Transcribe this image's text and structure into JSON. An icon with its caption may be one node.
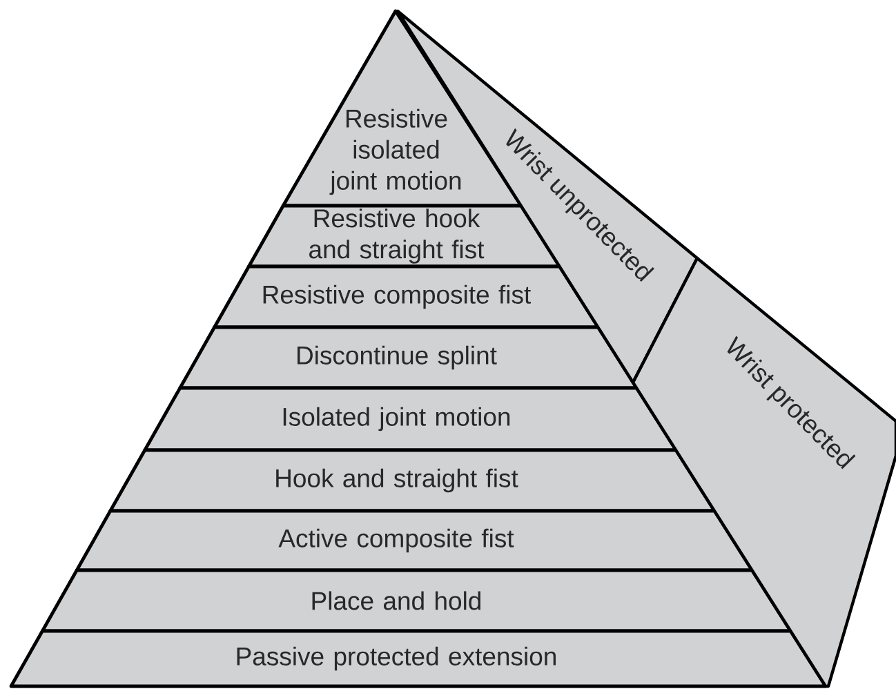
{
  "diagram": {
    "nodes": [
      {
        "text": [
          "Resistive isolated joint motion"
        ]
      },
      {
        "text": [
          "Resistive hook and straight fist"
        ]
      },
      {
        "text": [
          "Resistive composite fist"
        ]
      },
      {
        "text": [
          "Discontinue splint"
        ]
      },
      {
        "text": [
          "Isolated joint motion"
        ]
      },
      {
        "text": [
          "Hook and straight fist"
        ]
      },
      {
        "text": [
          "Active composite fist"
        ]
      },
      {
        "text": [
          "Place and hold"
        ]
      },
      {
        "text": [
          "Passive protected extension"
        ]
      },
      {
        "text": [
          "Wrist unprotected"
        ]
      },
      {
        "text": [
          "Wrist protected"
        ]
      }
    ]
  }
}
